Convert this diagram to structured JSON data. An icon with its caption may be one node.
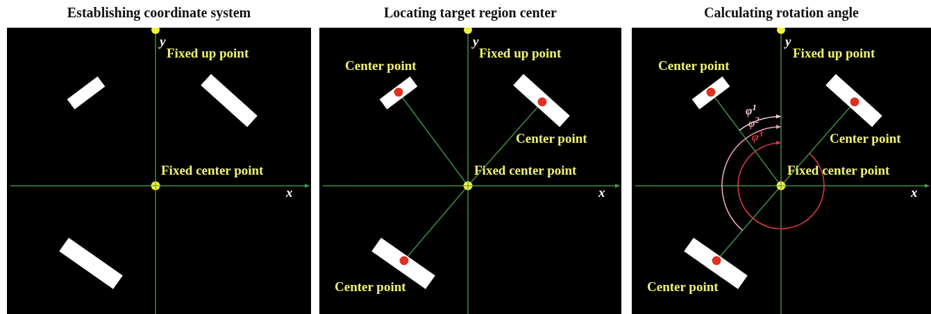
{
  "diagram": {
    "nodes": [
      {
        "text": [
          "Establishing coordinate system"
        ]
      },
      {
        "text": [
          "Locating target region center"
        ]
      },
      {
        "text": [
          "Calculating rotation angle"
        ]
      }
    ],
    "labels": [
      "y",
      "Fixed up point",
      "Fixed center point",
      "x",
      "y",
      "Center point",
      "Fixed up point",
      "Center point",
      "Fixed center point",
      "x",
      "Center point",
      "y",
      "Center point",
      "Fixed up point",
      "φ$^{1}$",
      "φ$^{2}$",
      "φ$^{3}$",
      "Center point",
      "Fixed center point",
      "x",
      "Center point"
    ]
  }
}
